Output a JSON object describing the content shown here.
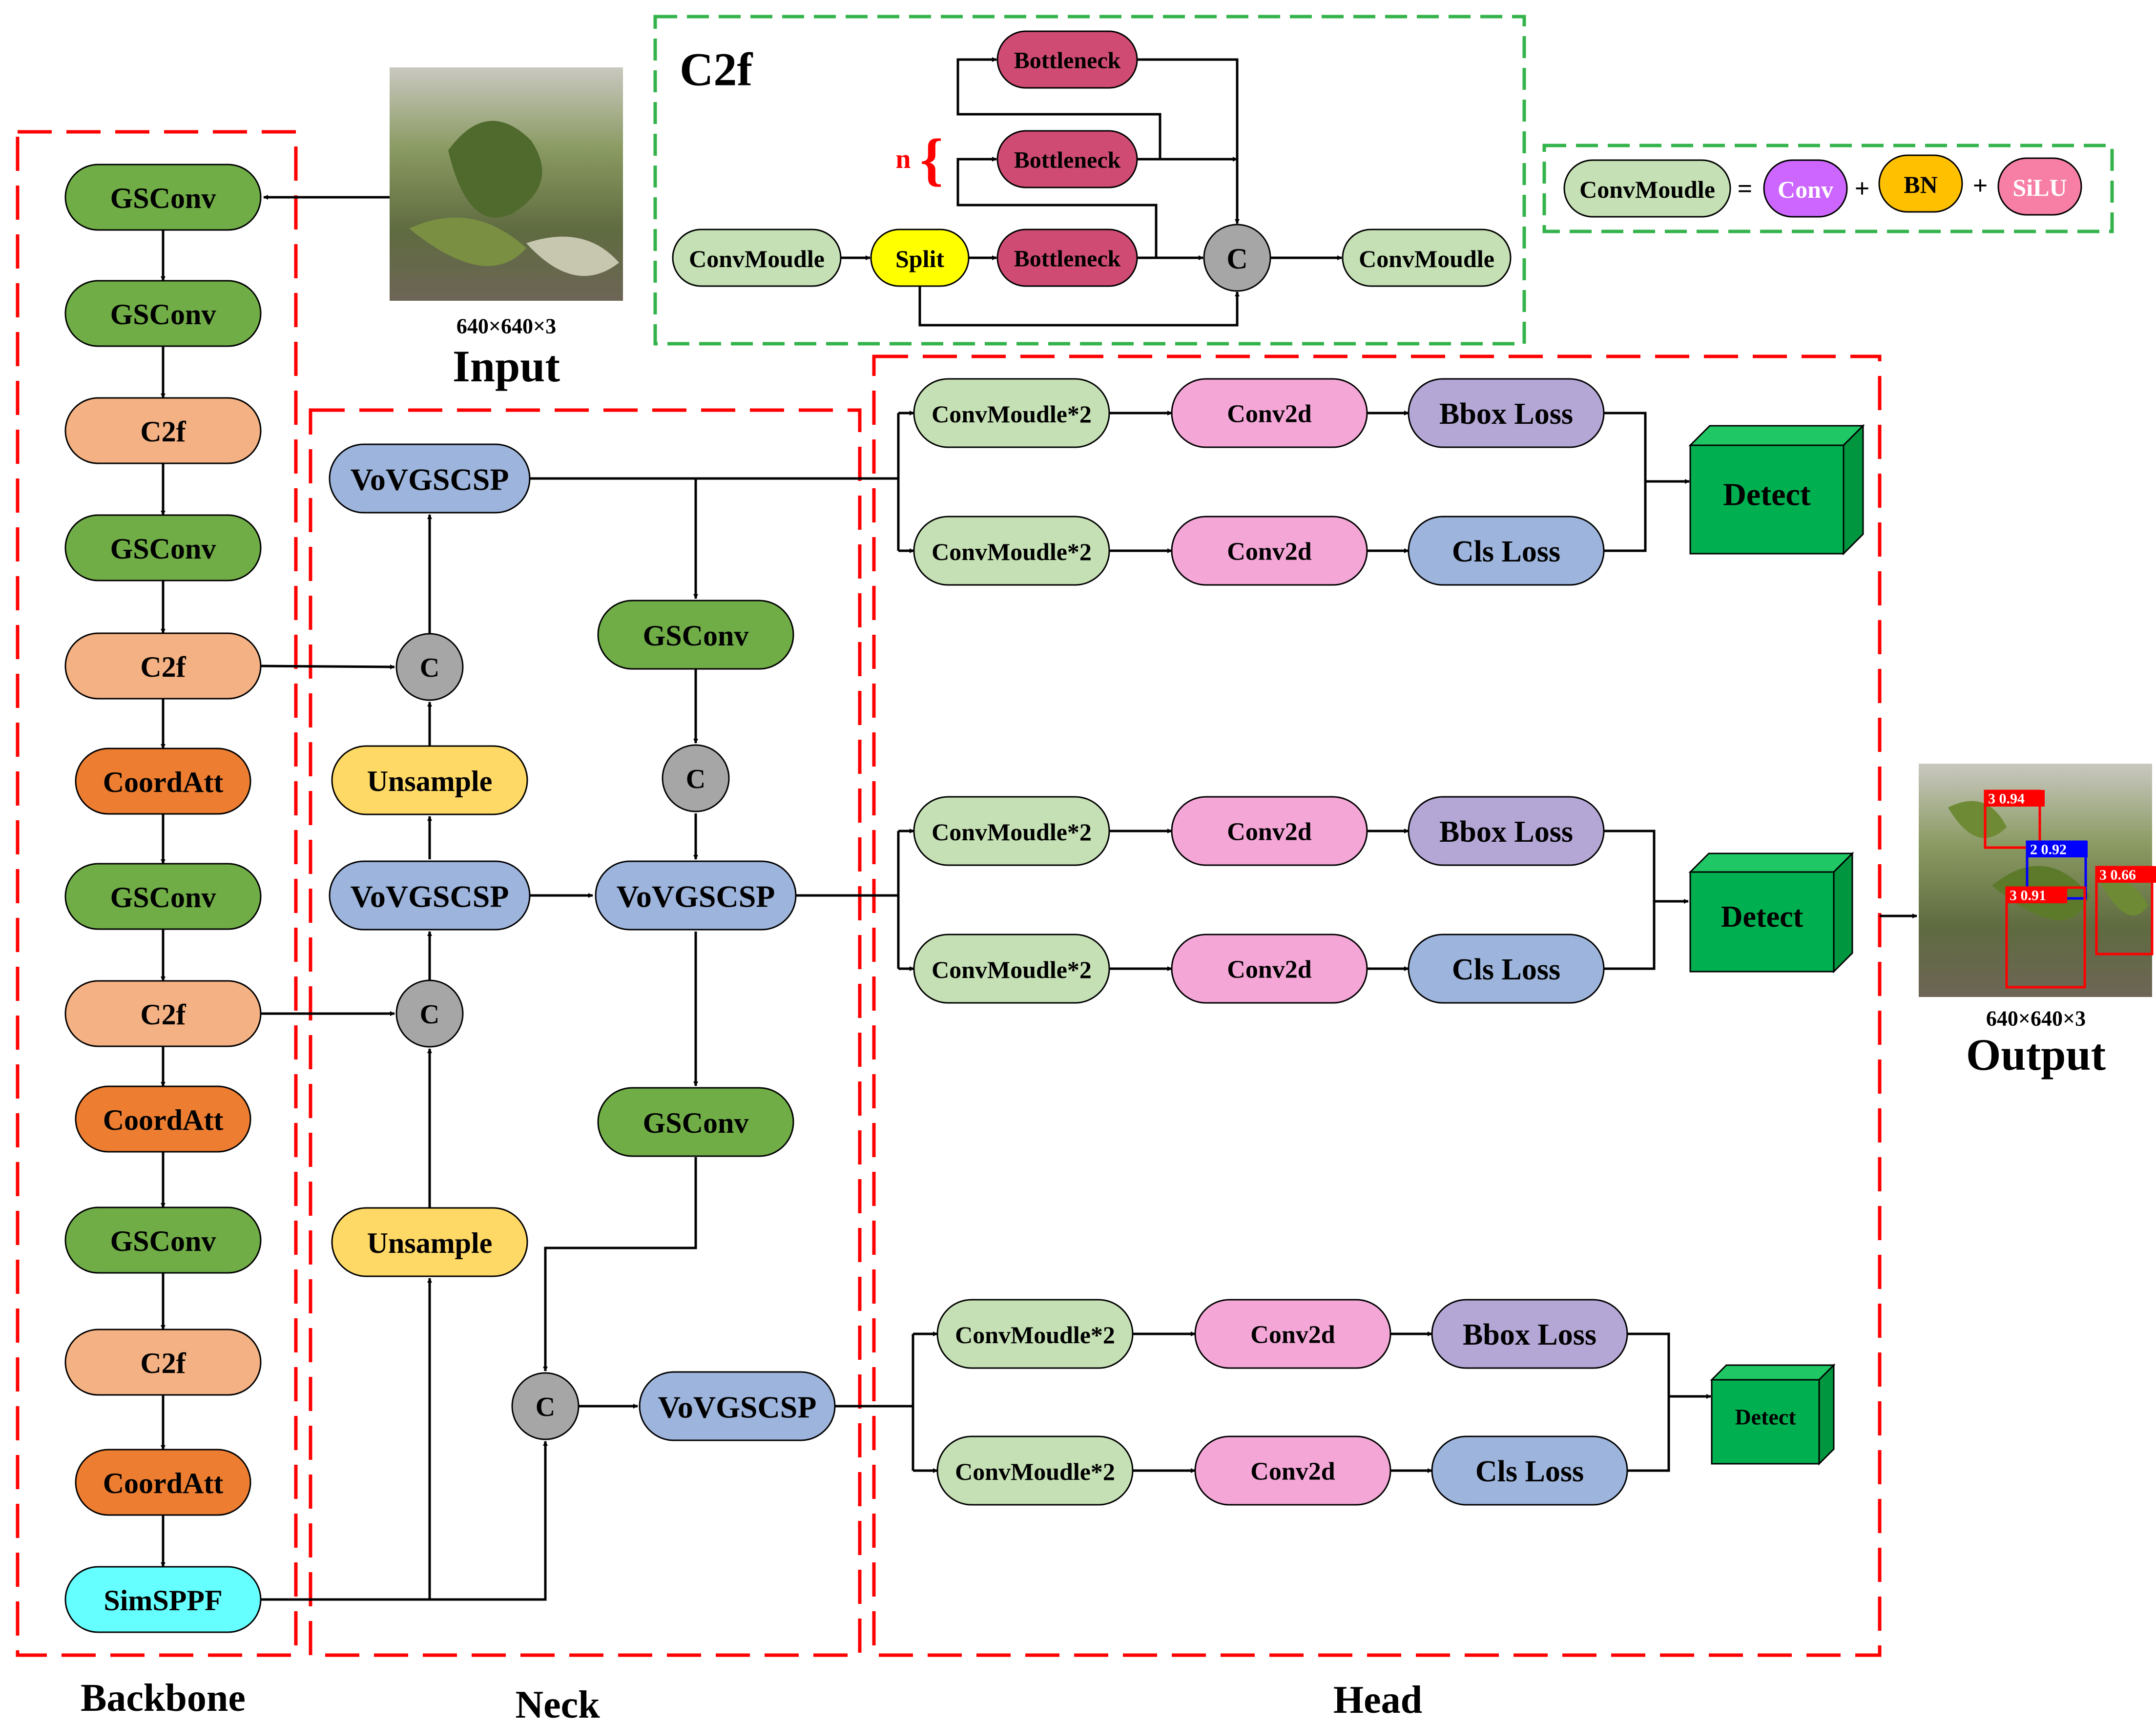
{
  "input": {
    "size": "640×640×3",
    "title": "Input"
  },
  "output": {
    "size": "640×640×3",
    "title": "Output",
    "detections": [
      {
        "cls": "3",
        "score": "0.94",
        "color": "#ff0000"
      },
      {
        "cls": "2",
        "score": "0.92",
        "color": "#0000ff"
      },
      {
        "cls": "3",
        "score": "0.91",
        "color": "#ff0000"
      },
      {
        "cls": "3",
        "score": "0.66",
        "color": "#ff0000"
      }
    ]
  },
  "sections": {
    "backbone": "Backbone",
    "neck": "Neck",
    "head": "Head"
  },
  "backbone": [
    "GSConv",
    "GSConv",
    "C2f",
    "GSConv",
    "C2f",
    "CoordAtt",
    "GSConv",
    "C2f",
    "CoordAtt",
    "GSConv",
    "C2f",
    "CoordAtt",
    "SimSPPF"
  ],
  "neck": {
    "vov": "VoVGSCSP",
    "up": "Unsample",
    "gs": "GSConv",
    "concat": "C"
  },
  "head": {
    "conv_module": "ConvMoudle*2",
    "conv2d": "Conv2d",
    "bbox_loss": "Bbox Loss",
    "cls_loss": "Cls Loss",
    "detect": "Detect"
  },
  "c2f": {
    "title": "C2f",
    "n_label": "n",
    "conv_module": "ConvMoudle",
    "split": "Split",
    "bottleneck": "Bottleneck",
    "concat": "C"
  },
  "legend": {
    "conv_module": "ConvMoudle",
    "eq": "=",
    "plus": "+",
    "conv": "Conv",
    "bn": "BN",
    "silu": "SiLU"
  },
  "colors": {
    "gsconv": "#70ad47",
    "c2f": "#f4b183",
    "coordatt": "#ed7d31",
    "simsppf": "#66ffff",
    "vov": "#9db4dc",
    "unsample": "#ffd966",
    "concat": "#a6a6a6",
    "conv_module": "#c5e0b4",
    "conv2d": "#f4a6d7",
    "bbox_loss": "#b4a7d6",
    "cls_loss": "#9db4dc",
    "detect": "#00b050",
    "bottleneck": "#d04b73",
    "split": "#ffff00",
    "conv": "#cc66ff",
    "bn": "#ffc000",
    "silu": "#f77fa6",
    "dash_red": "#ff0000",
    "dash_green": "#33b34a"
  }
}
